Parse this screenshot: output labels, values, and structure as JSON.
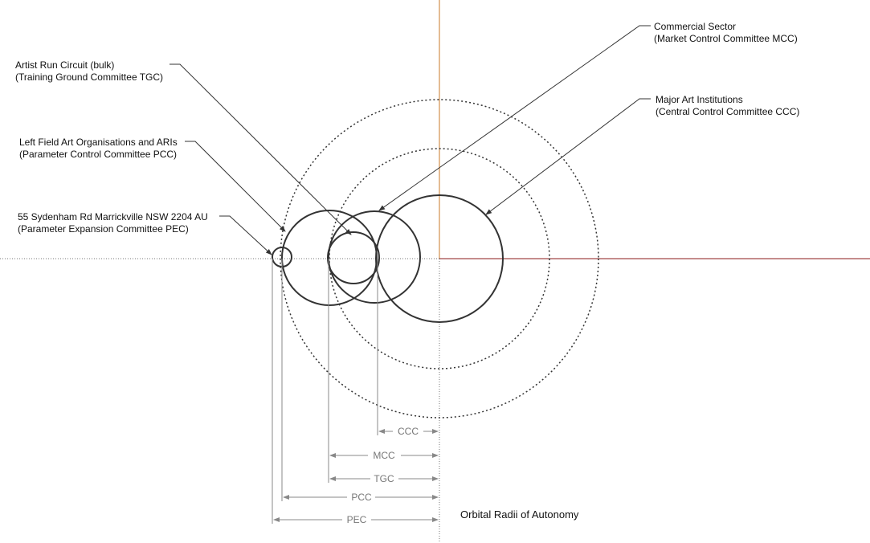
{
  "title": "Orbital Radii of Autonomy",
  "colors": {
    "vertical_axis": "#c8782a",
    "horizontal_axis": "#8b1a1a",
    "circle_stroke": "#333333",
    "leader_stroke": "#333333",
    "dimension_stroke": "#888888"
  },
  "labels": {
    "commercial": {
      "line1": "Commercial Sector",
      "line2": "(Market Control Committee MCC)"
    },
    "artist": {
      "line1": "Artist Run Circuit (bulk)",
      "line2": "(Training Ground Committee TGC)"
    },
    "major": {
      "line1": "Major Art Institutions",
      "line2": "(Central Control Committee CCC)"
    },
    "leftfield": {
      "line1": "Left Field Art Organisations and ARIs",
      "line2": "(Parameter Control Committee PCC)"
    },
    "sydenham": {
      "line1": "55 Sydenham Rd Marrickville NSW 2204 AU",
      "line2": "(Parameter Expansion Committee PEC)"
    }
  },
  "dimensions": {
    "ccc": "CCC",
    "mcc": "MCC",
    "tgc": "TGC",
    "pcc": "PCC",
    "pec": "PEC"
  }
}
